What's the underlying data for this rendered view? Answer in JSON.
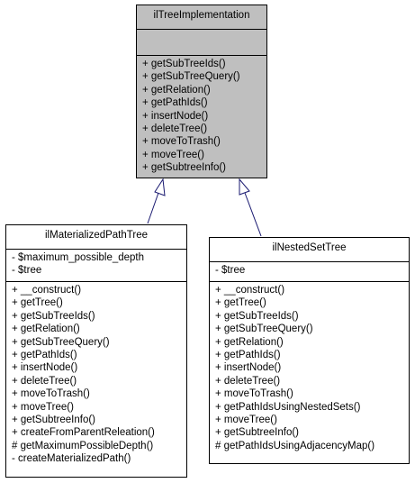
{
  "base_class": {
    "name": "ilTreeImplementation",
    "attributes": [],
    "methods": [
      "+ getSubTreeIds()",
      "+ getSubTreeQuery()",
      "+ getRelation()",
      "+ getPathIds()",
      "+ insertNode()",
      "+ deleteTree()",
      "+ moveToTrash()",
      "+ moveTree()",
      "+ getSubtreeInfo()"
    ]
  },
  "left_class": {
    "name": "ilMaterializedPathTree",
    "attributes": [
      "- $maximum_possible_depth",
      "- $tree"
    ],
    "methods": [
      "+ __construct()",
      "+ getTree()",
      "+ getSubTreeIds()",
      "+ getRelation()",
      "+ getSubTreeQuery()",
      "+ getPathIds()",
      "+ insertNode()",
      "+ deleteTree()",
      "+ moveToTrash()",
      "+ moveTree()",
      "+ getSubtreeInfo()",
      "+ createFromParentReleation()",
      "# getMaximumPossibleDepth()",
      "- createMaterializedPath()"
    ]
  },
  "right_class": {
    "name": "ilNestedSetTree",
    "attributes": [
      "- $tree"
    ],
    "methods": [
      "+ __construct()",
      "+ getTree()",
      "+ getSubTreeIds()",
      "+ getSubTreeQuery()",
      "+ getRelation()",
      "+ getPathIds()",
      "+ insertNode()",
      "+ deleteTree()",
      "+ moveToTrash()",
      "+ getPathIdsUsingNestedSets()",
      "+ moveTree()",
      "+ getSubtreeInfo()",
      "# getPathIdsUsingAdjacencyMap()"
    ]
  },
  "edge_color": "#191970",
  "base_fill": "#bfbfbf"
}
